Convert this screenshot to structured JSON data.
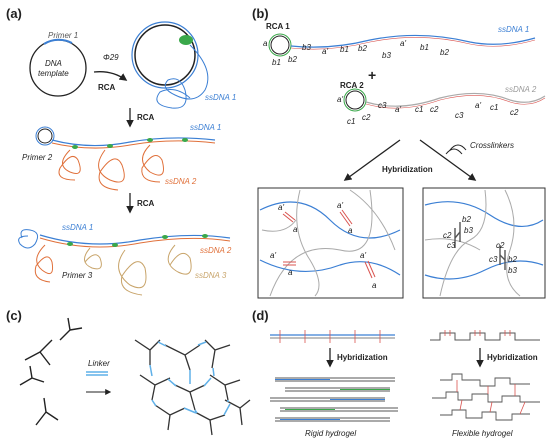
{
  "panels": {
    "a": "(a)",
    "b": "(b)",
    "c": "(c)",
    "d": "(d)"
  },
  "panel_a": {
    "primer1": "Primer 1",
    "template_line1": "DNA",
    "template_line2": "template",
    "phi29": "Φ29",
    "rca_top": "RCA",
    "ssdna1_top": "ssDNA 1",
    "rca_mid": "RCA",
    "ssdna1_mid": "ssDNA 1",
    "primer2": "Primer 2",
    "ssdna2_mid": "ssDNA 2",
    "rca_low": "RCA",
    "ssdna1_low": "ssDNA 1",
    "ssdna2_low": "ssDNA 2",
    "primer3": "Primer 3",
    "ssdna3_low": "ssDNA 3"
  },
  "panel_b": {
    "rca1": "RCA 1",
    "ssdna1": "ssDNA 1",
    "rca2": "RCA 2",
    "ssdna2": "ssDNA 2",
    "plus": "+",
    "crosslinkers": "Crosslinkers",
    "hybridization": "Hybridization",
    "seq1": [
      "a",
      "b1",
      "b2",
      "b3",
      "a'",
      "b1",
      "b2",
      "b3",
      "a'",
      "b1",
      "b2"
    ],
    "seq2": [
      "a'",
      "c1",
      "c2",
      "c3",
      "a'",
      "c1",
      "c2",
      "c3",
      "a'",
      "c1",
      "c2"
    ],
    "box1": [
      "a'",
      "a",
      "a'",
      "a",
      "a'",
      "a",
      "a'",
      "a"
    ],
    "box2": [
      "b2",
      "c2",
      "b3",
      "c3",
      "c2",
      "b2",
      "c3",
      "b3"
    ]
  },
  "panel_c": {
    "linker": "Linker"
  },
  "panel_d": {
    "hyb_left": "Hybridization",
    "hyb_right": "Hybridization",
    "rigid": "Rigid hydrogel",
    "flexible": "Flexible hydrogel"
  },
  "colors": {
    "ssdna1": "#3b7fd4",
    "ssdna2": "#e0703a",
    "ssdna3": "#c8a46a",
    "primer": "#3aa84a",
    "strand_gray": "#9aa0a6",
    "linker": "#5fb0e8",
    "sticky": "#d9534f"
  }
}
